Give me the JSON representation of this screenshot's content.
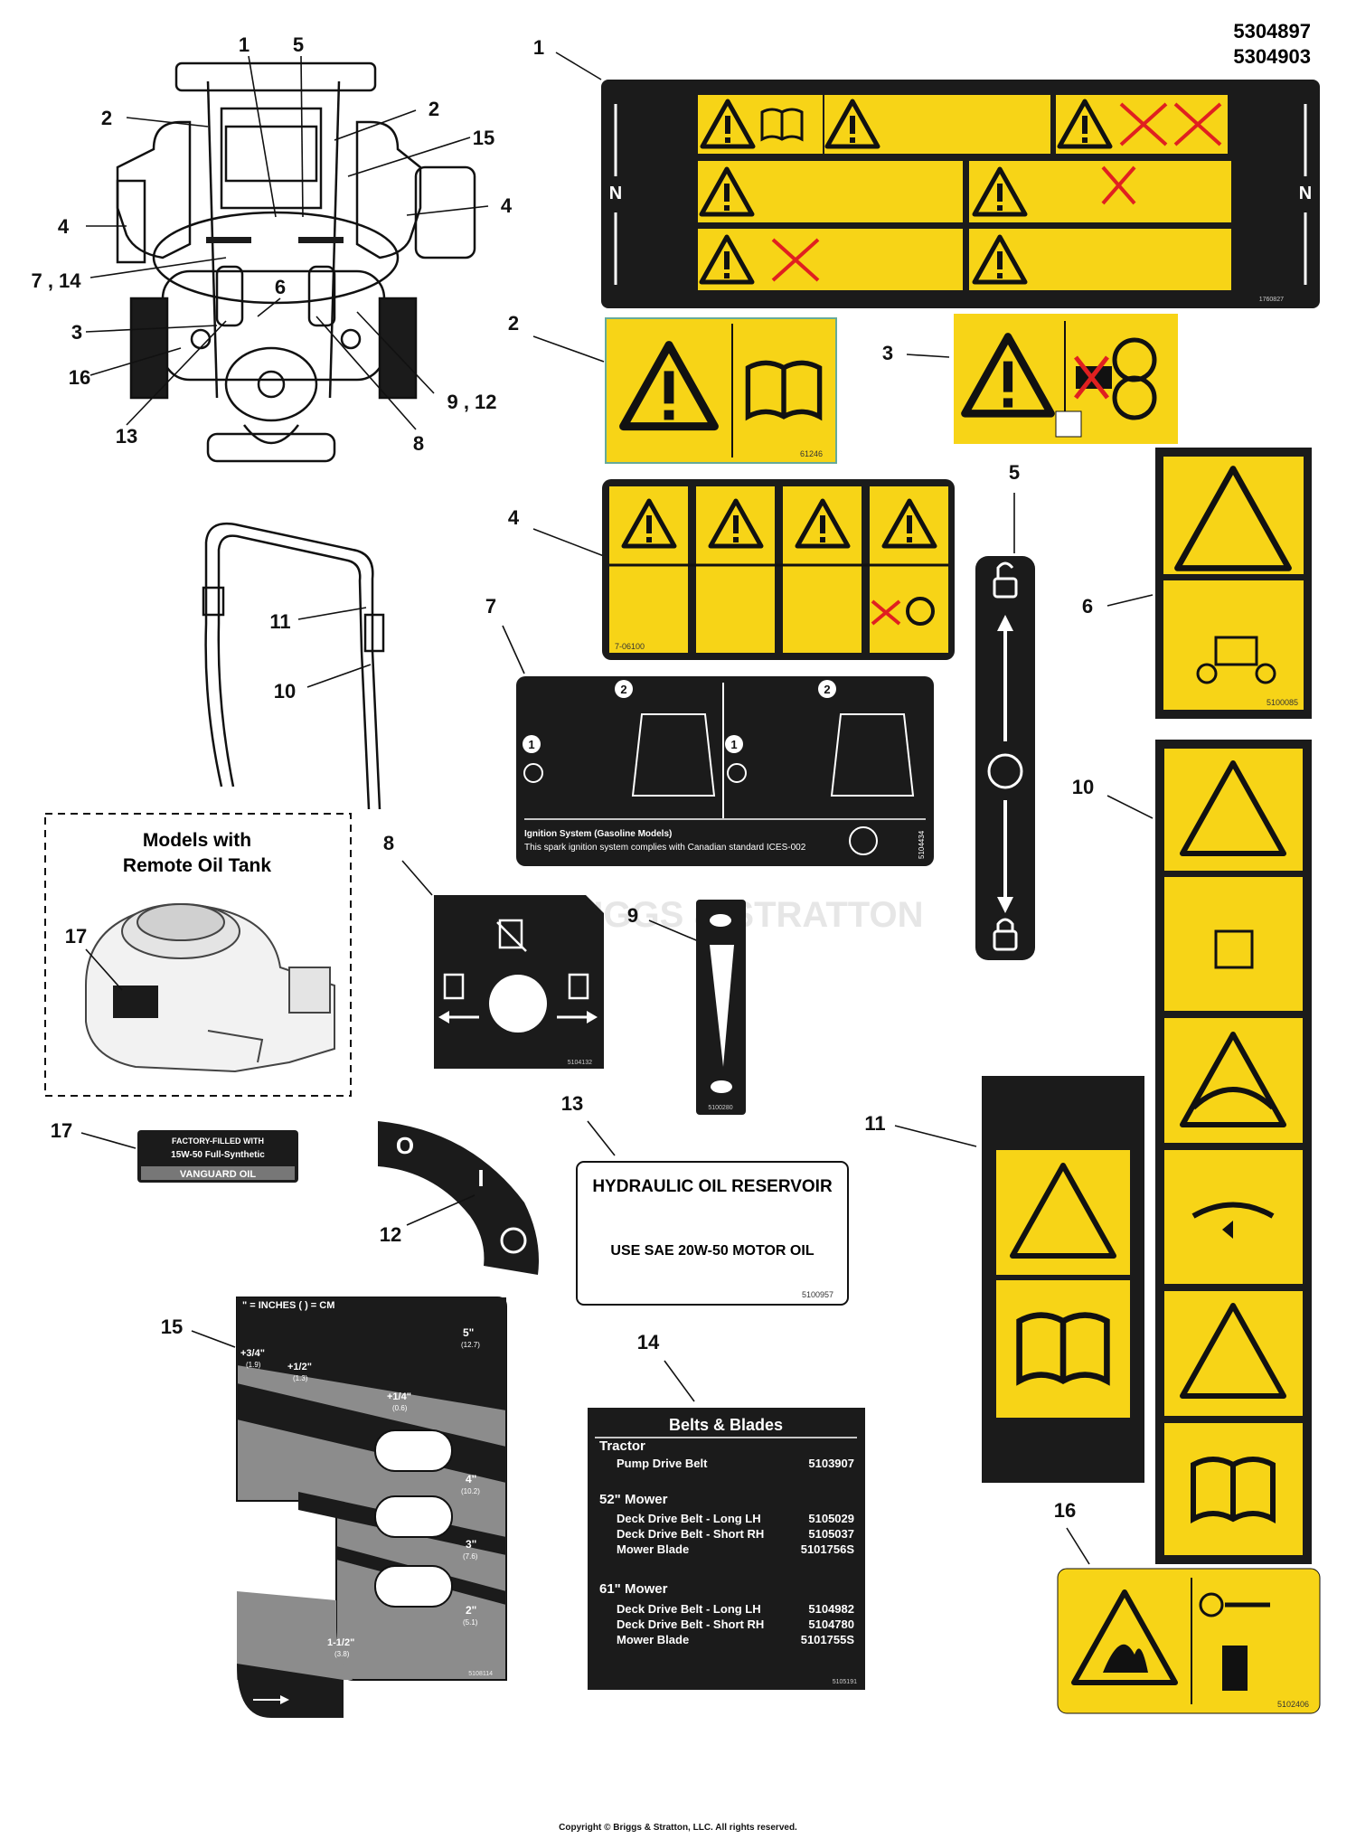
{
  "header": {
    "part_numbers": [
      "5304897",
      "5304903"
    ]
  },
  "callouts": {
    "mower": [
      "1",
      "5",
      "2",
      "2",
      "15",
      "4",
      "4",
      "7 , 14",
      "6",
      "3",
      "16",
      "9 , 12",
      "13",
      "8"
    ],
    "handle": [
      "11",
      "10"
    ],
    "decals": [
      "1",
      "2",
      "3",
      "4",
      "5",
      "6",
      "7",
      "8",
      "9",
      "10",
      "11",
      "12",
      "13",
      "14",
      "15",
      "16",
      "17"
    ]
  },
  "oil_tank_box": {
    "title_line1": "Models with",
    "title_line2": "Remote Oil Tank",
    "callout": "17"
  },
  "decal_codes": {
    "d1": "1760827",
    "d2": "61246",
    "d4": "7-06100",
    "d6": "5100085",
    "d7": "5104434",
    "d8": "5104132",
    "d9": "5100280",
    "d13": "5100957",
    "d14": "5105191",
    "d15": "5108114",
    "d16": "5102406"
  },
  "decal1": {
    "side_letter": "N"
  },
  "decal7": {
    "step1": "1",
    "step2": "2",
    "caption_title": "Ignition System (Gasoline Models)",
    "caption_text": "This spark ignition system complies with Canadian standard ICES-002"
  },
  "decal12": {
    "mark_off": "O",
    "mark_on": "I"
  },
  "decal13": {
    "title": "HYDRAULIC OIL RESERVOIR",
    "text": "USE SAE 20W-50 MOTOR OIL"
  },
  "decal14": {
    "title": "Belts & Blades",
    "sections": [
      {
        "heading": "Tractor",
        "rows": [
          {
            "name": "Pump Drive Belt",
            "part": "5103907"
          }
        ]
      },
      {
        "heading": "52\" Mower",
        "rows": [
          {
            "name": "Deck Drive Belt - Long LH",
            "part": "5105029"
          },
          {
            "name": "Deck Drive Belt - Short RH",
            "part": "5105037"
          },
          {
            "name": "Mower Blade",
            "part": "5101756S"
          }
        ]
      },
      {
        "heading": "61\" Mower",
        "rows": [
          {
            "name": "Deck Drive Belt - Long LH",
            "part": "5104982"
          },
          {
            "name": "Deck Drive Belt - Short RH",
            "part": "5104780"
          },
          {
            "name": "Mower Blade",
            "part": "5101755S"
          }
        ]
      }
    ]
  },
  "decal15": {
    "units": "\" = INCHES  ( ) = CM",
    "marks": [
      {
        "value": "+3/4\"",
        "metric": "(1.9)"
      },
      {
        "value": "+1/2\"",
        "metric": "(1.3)"
      },
      {
        "value": "+1/4\"",
        "metric": "(0.6)"
      },
      {
        "value": "5\"",
        "metric": "(12.7)"
      },
      {
        "value": "4\"",
        "metric": "(10.2)"
      },
      {
        "value": "3\"",
        "metric": "(7.6)"
      },
      {
        "value": "2\"",
        "metric": "(5.1)"
      },
      {
        "value": "1-1/2\"",
        "metric": "(3.8)"
      }
    ]
  },
  "decal17": {
    "line1": "FACTORY-FILLED WITH",
    "line2": "15W-50 Full-Synthetic",
    "line3": "VANGUARD OIL"
  },
  "watermark": "BRIGGS & STRATTON",
  "footer": {
    "copyright": "Copyright © Briggs & Stratton, LLC. All rights reserved."
  },
  "colors": {
    "safety_yellow": "#f7d417",
    "decal_black": "#1b1b1b"
  }
}
